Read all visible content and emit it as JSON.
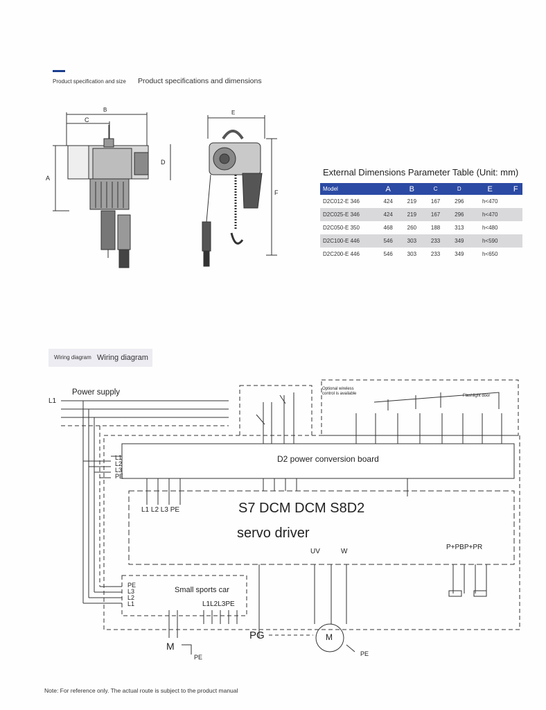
{
  "header": {
    "small": "Product specification and size",
    "big": "Product specifications and dimensions"
  },
  "drawing_labels": {
    "b": "B",
    "c": "C",
    "a": "A",
    "d": "D",
    "e": "E",
    "f": "F"
  },
  "dimension_table": {
    "title": "External Dimensions Parameter Table (Unit: mm)",
    "columns": [
      "Model",
      "A",
      "B",
      "C",
      "D",
      "E",
      "F"
    ],
    "rows": [
      [
        "D2C012-E 346",
        "424",
        "219",
        "167",
        "296",
        "h<470"
      ],
      [
        "D2C025-E 346",
        "424",
        "219",
        "167",
        "296",
        "h<470"
      ],
      [
        "D2C050-E 350",
        "468",
        "260",
        "188",
        "313",
        "h<480"
      ],
      [
        "D2C100-E 446",
        "546",
        "303",
        "233",
        "349",
        "h<590"
      ],
      [
        "D2C200-E 446",
        "546",
        "303",
        "233",
        "349",
        "h<650"
      ]
    ]
  },
  "wiring": {
    "section_small": "Wiring diagram",
    "section_big": "Wiring diagram",
    "power_supply": "Power supply",
    "l1": "L1",
    "wireless_note": "Optional wireless control is available",
    "flashlight_door": "Flashlight door",
    "board": "D2 power conversion board",
    "board_terminals": [
      "L1",
      "L2",
      "L3",
      "PE"
    ],
    "driver_terminals": "L1 L2 L3 PE",
    "driver_model": "S7 DCM DCM S8D2",
    "driver_name": "servo driver",
    "uv": "UV",
    "w": "W",
    "brake": "P+PBP+PR",
    "car_terminals": [
      "PE",
      "L3",
      "L2",
      "L1"
    ],
    "car": "Small sports car",
    "car_out": "L1L2L3PE",
    "pg": "PG",
    "m": "M",
    "pe": "PE"
  },
  "note": "Note: For reference only. The actual route is subject to the product manual"
}
